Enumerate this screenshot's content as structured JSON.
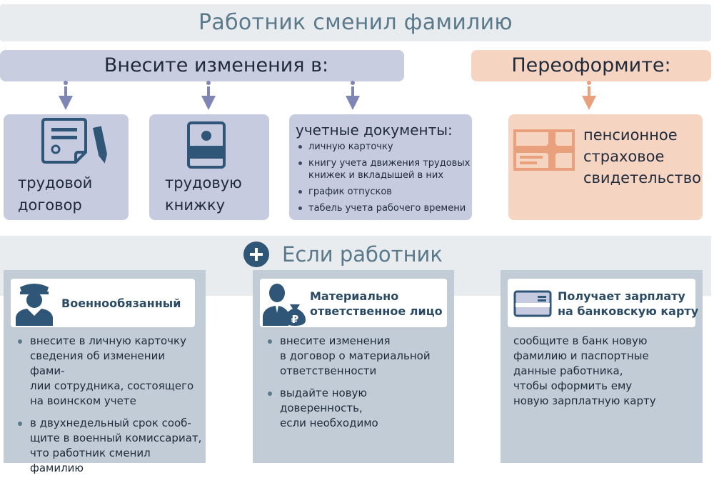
{
  "title": "Работник сменил фамилию",
  "left_header": "Внесите изменения в:",
  "right_header": "Переоформите:",
  "cards": {
    "contract": {
      "line1": "трудовой",
      "line2": "договор"
    },
    "workbook": {
      "line1": "трудовую",
      "line2": "книжку"
    },
    "accounting": {
      "title": "учетные документы:",
      "items": [
        "личную карточку",
        "книгу учета движения трудовых",
        "книжек и вкладышей в них",
        "график отпусков",
        "табель учета рабочего времени"
      ]
    },
    "pension": {
      "line1": "пенсионное",
      "line2": "страховое",
      "line3": "свидетельство"
    }
  },
  "lower_title": "Если работник",
  "panels": {
    "military": {
      "title": "Военнообязанный",
      "items": [
        [
          "внесите в личную карточку",
          "сведения об изменении фами-",
          "лии сотрудника, состоящего",
          "на воинском учете"
        ],
        [
          "в двухнедельный срок сооб-",
          "щите в военный комиссариат,",
          "что работник сменил фамилию"
        ]
      ]
    },
    "liable": {
      "title_line1": "Материально",
      "title_line2": "ответственное лицо",
      "items": [
        [
          "внесите изменения",
          "в договор о материальной",
          "ответственности"
        ],
        [
          "выдайте новую доверенность,",
          "если необходимо"
        ]
      ]
    },
    "card": {
      "title_line1": "Получает зарплату",
      "title_line2": "на банковскую карту",
      "lines": [
        "сообщите в банк новую",
        "фамилию и паспортные",
        "данные работника,",
        "чтобы оформить ему",
        "новую зарплатную карту"
      ]
    }
  },
  "colors": {
    "navy": "#2f5577",
    "blue_card": "#c7cbe0",
    "orange_card": "#f5d4c2",
    "arrow_blue": "#7e86b5",
    "arrow_orange": "#e9a17d",
    "panel_bg": "#c1ccd6"
  },
  "icons": [
    "document-pen-icon",
    "workbook-icon",
    "certificate-icon",
    "soldier-icon",
    "person-money-bag-icon",
    "bank-card-icon",
    "plus-icon"
  ]
}
